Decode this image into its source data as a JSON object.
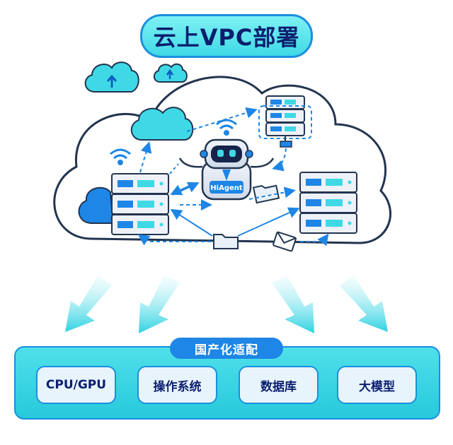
{
  "title": "云上VPC部署",
  "robot_label": "HiAgent",
  "panel_label": "国产化适配",
  "chips": [
    "CPU/GPU",
    "操作系统",
    "数据库",
    "大模型"
  ],
  "colors": {
    "accent_blue": "#1e86e6",
    "cyan": "#3fd9e6",
    "navy": "#0b1f6e",
    "cloud_fill": "#ffffff",
    "outline": "#22344f"
  },
  "icons": [
    "upload-cloud-icon",
    "wifi-icon",
    "server-rack-icon",
    "folder-icon",
    "mail-icon",
    "robot-icon",
    "network-switch-icon"
  ]
}
